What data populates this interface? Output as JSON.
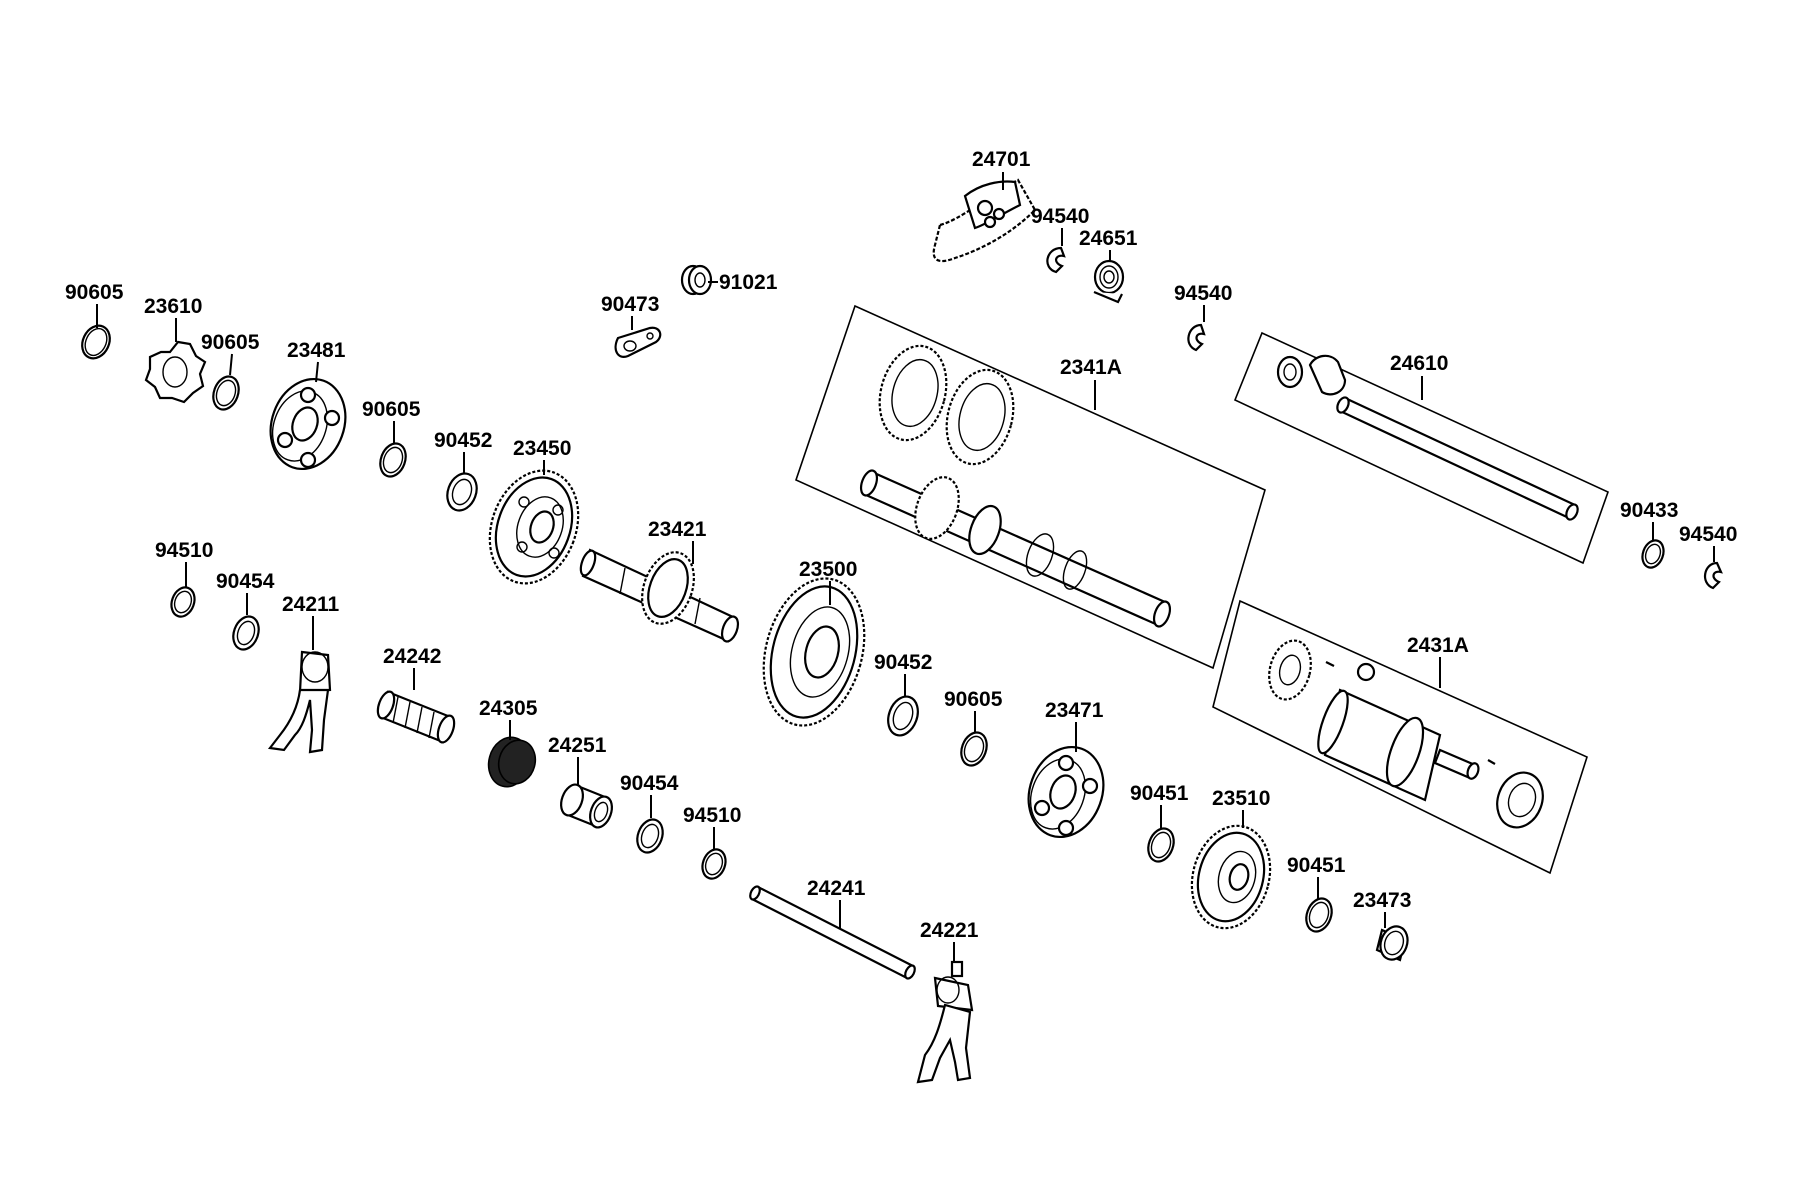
{
  "diagram": {
    "parts": [
      {
        "id": "p-90605-a",
        "num": "90605"
      },
      {
        "id": "p-23610",
        "num": "23610"
      },
      {
        "id": "p-90605-b",
        "num": "90605"
      },
      {
        "id": "p-23481",
        "num": "23481"
      },
      {
        "id": "p-90605-c",
        "num": "90605"
      },
      {
        "id": "p-90452-a",
        "num": "90452"
      },
      {
        "id": "p-23450",
        "num": "23450"
      },
      {
        "id": "p-90473",
        "num": "90473"
      },
      {
        "id": "p-91021",
        "num": "91021"
      },
      {
        "id": "p-24701",
        "num": "24701"
      },
      {
        "id": "p-94540-a",
        "num": "94540"
      },
      {
        "id": "p-24651",
        "num": "24651"
      },
      {
        "id": "p-94540-b",
        "num": "94540"
      },
      {
        "id": "p-2341A",
        "num": "2341A"
      },
      {
        "id": "p-24610",
        "num": "24610"
      },
      {
        "id": "p-90433",
        "num": "90433"
      },
      {
        "id": "p-94540-c",
        "num": "94540"
      },
      {
        "id": "p-94510-a",
        "num": "94510"
      },
      {
        "id": "p-90454-a",
        "num": "90454"
      },
      {
        "id": "p-24211",
        "num": "24211"
      },
      {
        "id": "p-23421",
        "num": "23421"
      },
      {
        "id": "p-23500",
        "num": "23500"
      },
      {
        "id": "p-24242",
        "num": "24242"
      },
      {
        "id": "p-24305",
        "num": "24305"
      },
      {
        "id": "p-24251",
        "num": "24251"
      },
      {
        "id": "p-90454-b",
        "num": "90454"
      },
      {
        "id": "p-94510-b",
        "num": "94510"
      },
      {
        "id": "p-90452-b",
        "num": "90452"
      },
      {
        "id": "p-90605-d",
        "num": "90605"
      },
      {
        "id": "p-23471",
        "num": "23471"
      },
      {
        "id": "p-2431A",
        "num": "2431A"
      },
      {
        "id": "p-90451-a",
        "num": "90451"
      },
      {
        "id": "p-23510",
        "num": "23510"
      },
      {
        "id": "p-90451-b",
        "num": "90451"
      },
      {
        "id": "p-23473",
        "num": "23473"
      },
      {
        "id": "p-24241",
        "num": "24241"
      },
      {
        "id": "p-24221",
        "num": "24221"
      }
    ]
  }
}
